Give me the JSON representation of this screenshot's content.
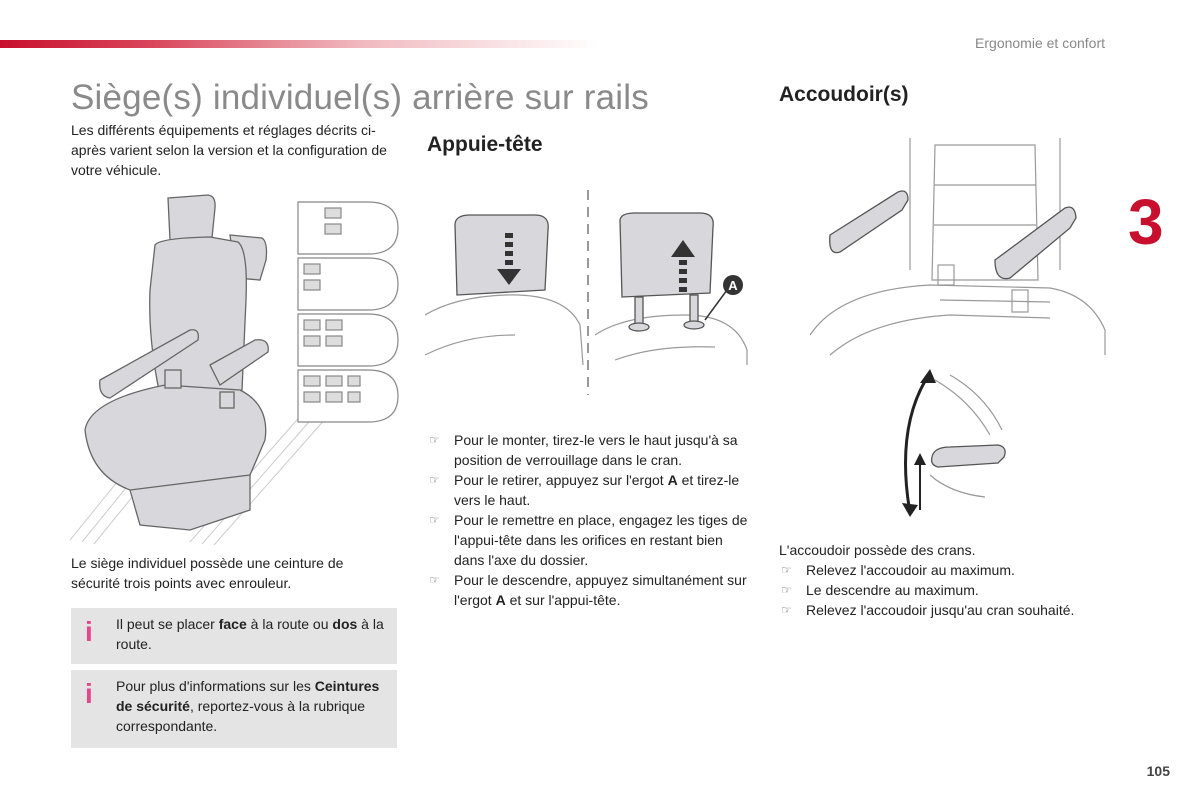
{
  "header": {
    "section": "Ergonomie et confort",
    "chapter": "3"
  },
  "title": "Siège(s) individuel(s) arrière sur rails",
  "intro": "Les différents équipements et réglages décrits ci-après varient selon la version et la configuration de votre véhicule.",
  "seat_caption": "Le siège individuel possède une ceinture de sécurité trois points avec enrouleur.",
  "info1": {
    "t1": "Il peut se placer ",
    "b1": "face",
    "t2": " à la route ou ",
    "b2": "dos",
    "t3": " à la route."
  },
  "info2": {
    "t1": "Pour plus d'informations sur les ",
    "b1": "Ceintures de sécurité",
    "t2": ", reportez-vous à la rubrique correspondante."
  },
  "headrest": {
    "heading": "Appuie-tête",
    "marker": "A",
    "steps": [
      {
        "parts": [
          {
            "t": "Pour le monter, tirez-le vers le haut jusqu'à sa position de verrouillage dans le cran."
          }
        ]
      },
      {
        "parts": [
          {
            "t": "Pour le retirer, appuyez sur l'ergot "
          },
          {
            "b": "A"
          },
          {
            "t": " et tirez-le vers le haut."
          }
        ]
      },
      {
        "parts": [
          {
            "t": "Pour le remettre en place, engagez les tiges de l'appui-tête dans les orifices en restant bien dans l'axe du dossier."
          }
        ]
      },
      {
        "parts": [
          {
            "t": "Pour le descendre, appuyez simultanément sur l'ergot "
          },
          {
            "b": "A"
          },
          {
            "t": " et sur l'appui-tête."
          }
        ]
      }
    ]
  },
  "armrest": {
    "heading": "Accoudoir(s)",
    "intro": "L'accoudoir possède des crans.",
    "steps": [
      {
        "parts": [
          {
            "t": "Relevez l'accoudoir au maximum."
          }
        ]
      },
      {
        "parts": [
          {
            "t": "Le descendre au maximum."
          }
        ]
      },
      {
        "parts": [
          {
            "t": "Relevez l'accoudoir jusqu'au cran souhaité."
          }
        ]
      }
    ]
  },
  "bullet_glyph": "☞",
  "colors": {
    "accent": "#c8102e",
    "info_icon": "#e8448c",
    "info_bg": "#e4e4e4",
    "title_gray": "#8a8a8a"
  },
  "page_number": "105"
}
